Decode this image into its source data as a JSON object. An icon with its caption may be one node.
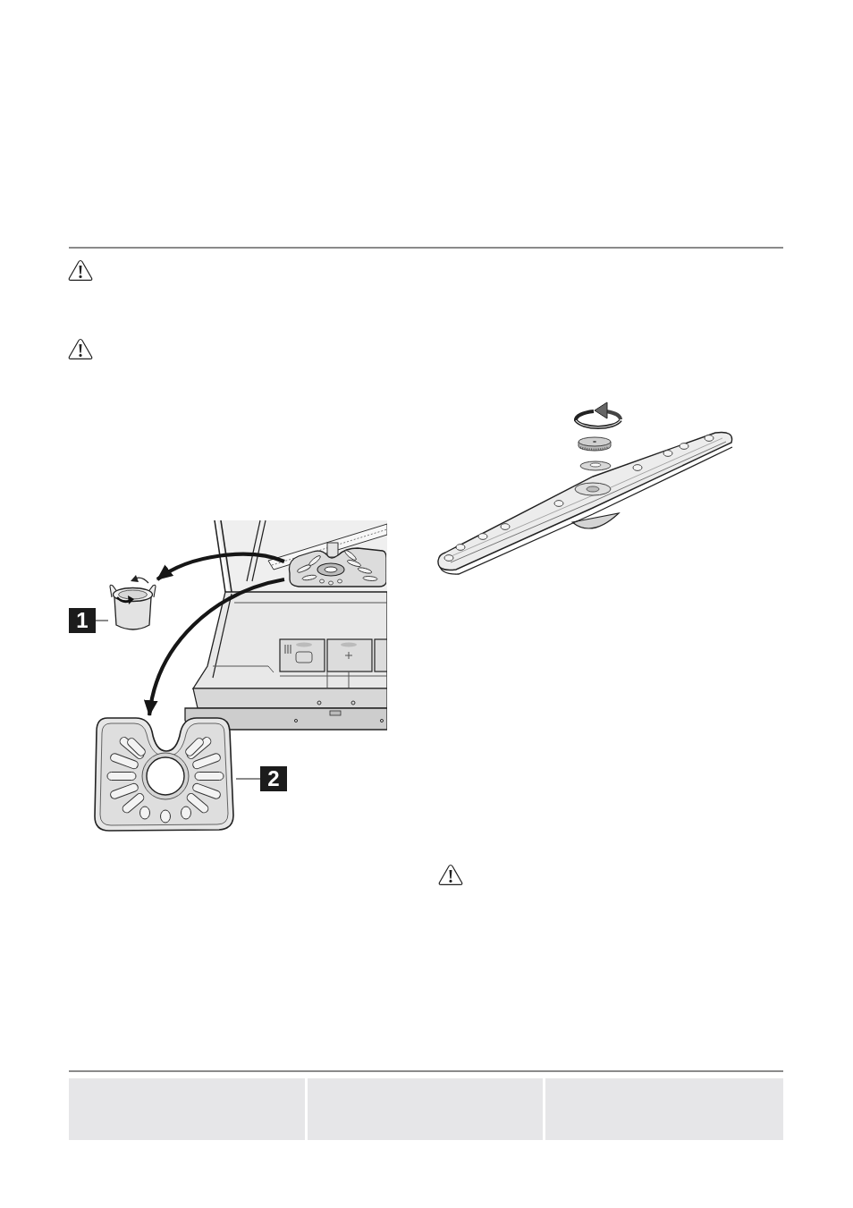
{
  "diagram": {
    "nodes": [
      {
        "text": [],
        "shape": "picture"
      },
      {
        "text": [],
        "shape": "picture"
      },
      {
        "text": [
          "1"
        ]
      },
      {
        "text": [],
        "shape": "picture"
      },
      {
        "text": [
          "2"
        ]
      }
    ],
    "edges": [
      {
        "from": 0,
        "to": 1,
        "arrow": "to",
        "style": "thick"
      },
      {
        "from": 0,
        "to": 3,
        "arrow": "to",
        "style": "thick"
      },
      {
        "from": 2,
        "to": 1,
        "arrow": "none"
      },
      {
        "from": 4,
        "to": 3,
        "arrow": "none"
      }
    ]
  }
}
